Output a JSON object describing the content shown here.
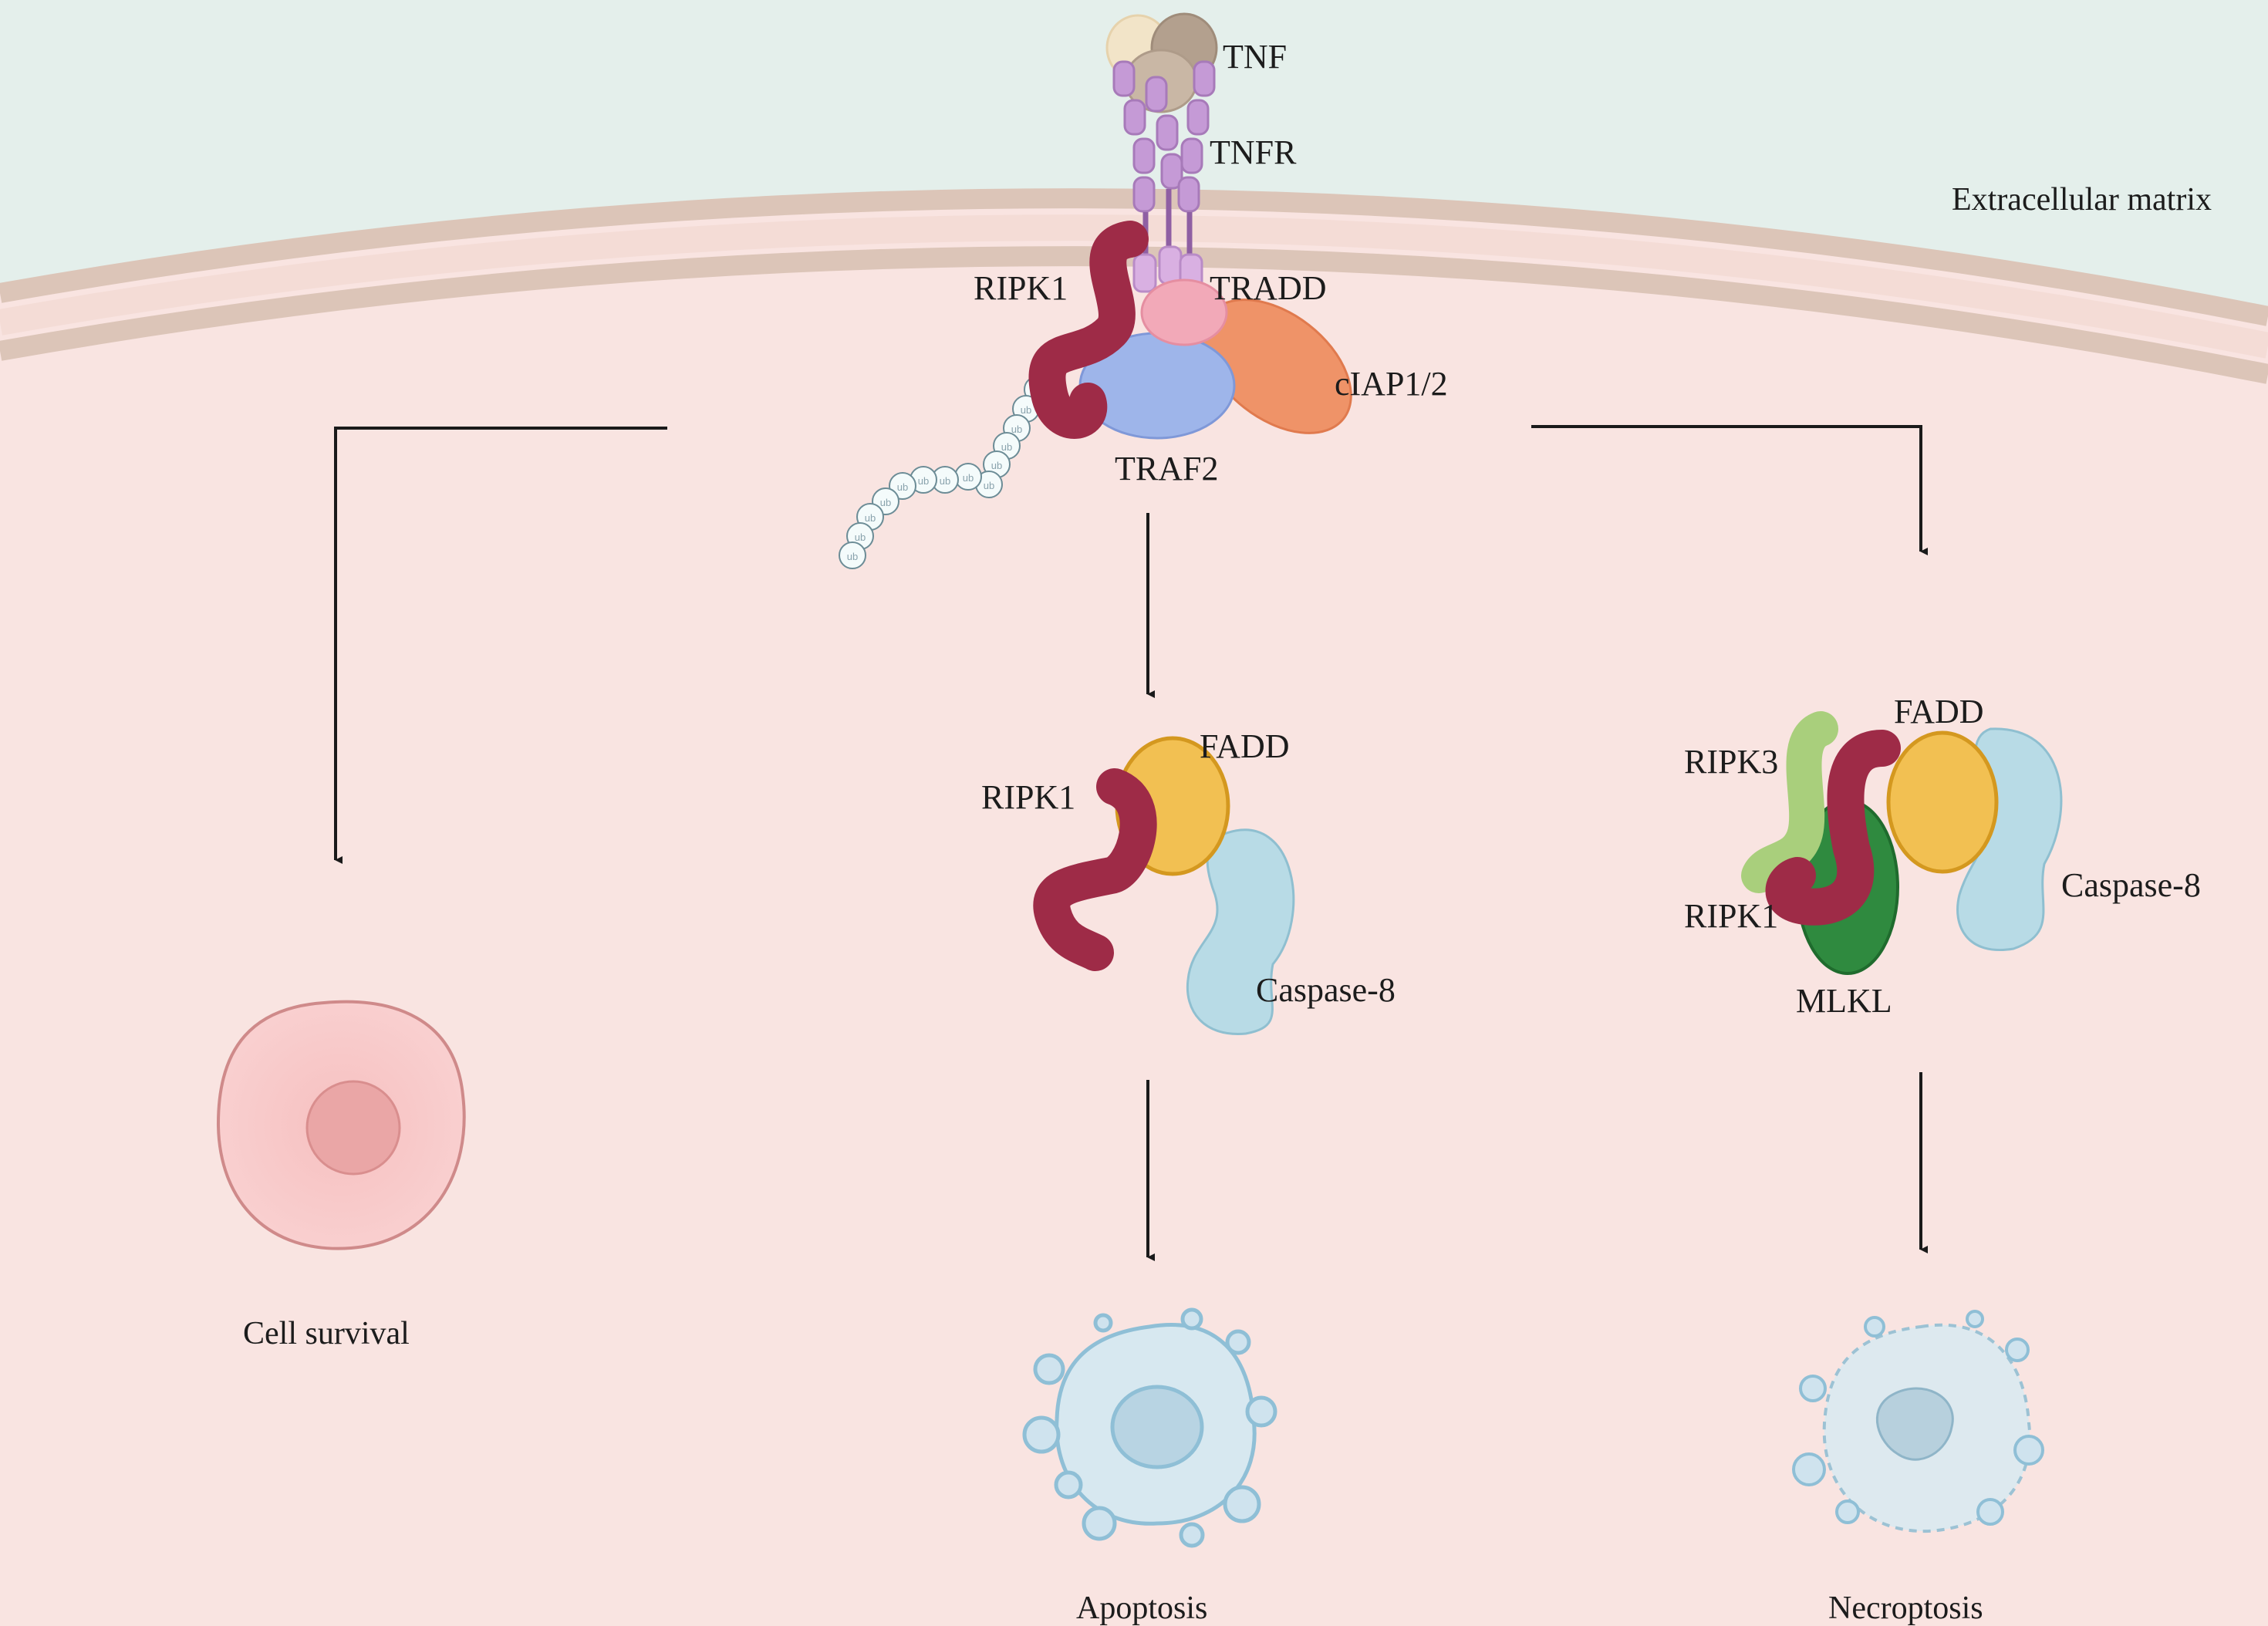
{
  "labels": {
    "tnf": "TNF",
    "tnfr": "TNFR",
    "extracellular_matrix": "Extracellular  matrix",
    "ripk1_top": "RIPK1",
    "tradd": "TRADD",
    "ciap": "cIAP1/2",
    "traf2": "TRAF2",
    "ub": "ub",
    "fadd_mid": "FADD",
    "ripk1_mid": "RIPK1",
    "caspase8_mid": "Caspase-8",
    "fadd_right": "FADD",
    "ripk3": "RIPK3",
    "ripk1_right": "RIPK1",
    "caspase8_right": "Caspase-8",
    "mlkl": "MLKL",
    "cell_survival": "Cell  survival",
    "apoptosis": "Apoptosis",
    "necroptosis": "Necroptosis"
  },
  "colors": {
    "extracellular": "#e4efeb",
    "cytoplasm": "#f9e4e1",
    "membrane": "#dcc5b8",
    "ripk1": "#9e2b47",
    "tradd": "#f2a9b8",
    "traf2": "#9eb5ea",
    "ciap": "#ef9368",
    "fadd": "#f2c052",
    "caspase8": "#b8dbe6",
    "ripk3": "#a9cf7c",
    "mlkl": "#2f8a3f",
    "receptor": "#c59ad6"
  }
}
